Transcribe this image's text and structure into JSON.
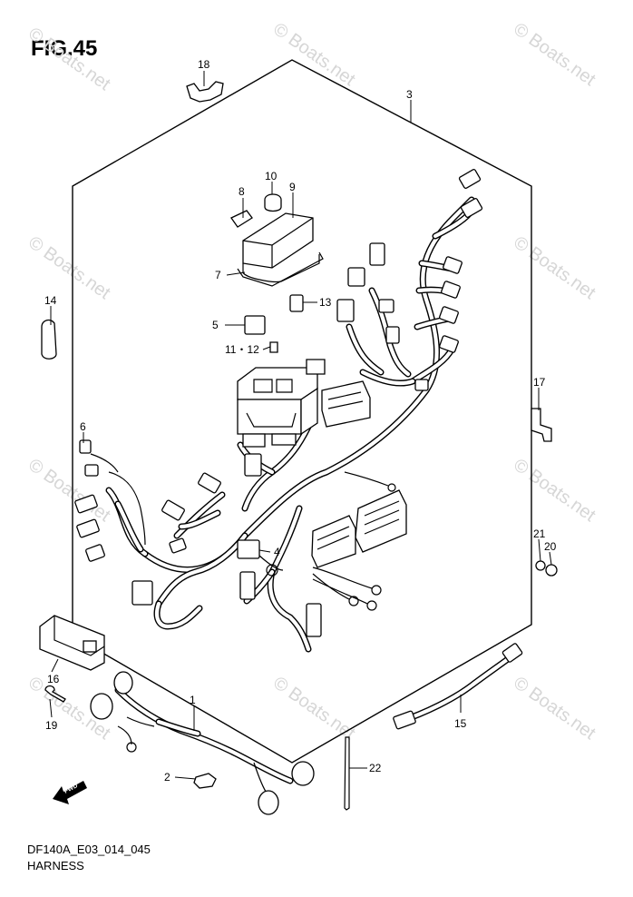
{
  "figure": {
    "title": "FIG.45",
    "code": "DF140A_E03_014_045",
    "name": "HARNESS"
  },
  "watermark": {
    "text": "© Boats.net"
  },
  "fwd_arrow": {
    "label": "FWD"
  },
  "callouts": [
    {
      "id": "1",
      "label": "1"
    },
    {
      "id": "2",
      "label": "2"
    },
    {
      "id": "3",
      "label": "3"
    },
    {
      "id": "4",
      "label": "4"
    },
    {
      "id": "5",
      "label": "5"
    },
    {
      "id": "6",
      "label": "6"
    },
    {
      "id": "7",
      "label": "7"
    },
    {
      "id": "8",
      "label": "8"
    },
    {
      "id": "9",
      "label": "9"
    },
    {
      "id": "10",
      "label": "10"
    },
    {
      "id": "11-12",
      "label": "11・12"
    },
    {
      "id": "13",
      "label": "13"
    },
    {
      "id": "14",
      "label": "14"
    },
    {
      "id": "15",
      "label": "15"
    },
    {
      "id": "16",
      "label": "16"
    },
    {
      "id": "17",
      "label": "17"
    },
    {
      "id": "18",
      "label": "18"
    },
    {
      "id": "19",
      "label": "19"
    },
    {
      "id": "20",
      "label": "20"
    },
    {
      "id": "21",
      "label": "21"
    },
    {
      "id": "22",
      "label": "22"
    }
  ],
  "colors": {
    "line": "#000000",
    "background": "#ffffff",
    "watermark": "#d6d6d6"
  }
}
